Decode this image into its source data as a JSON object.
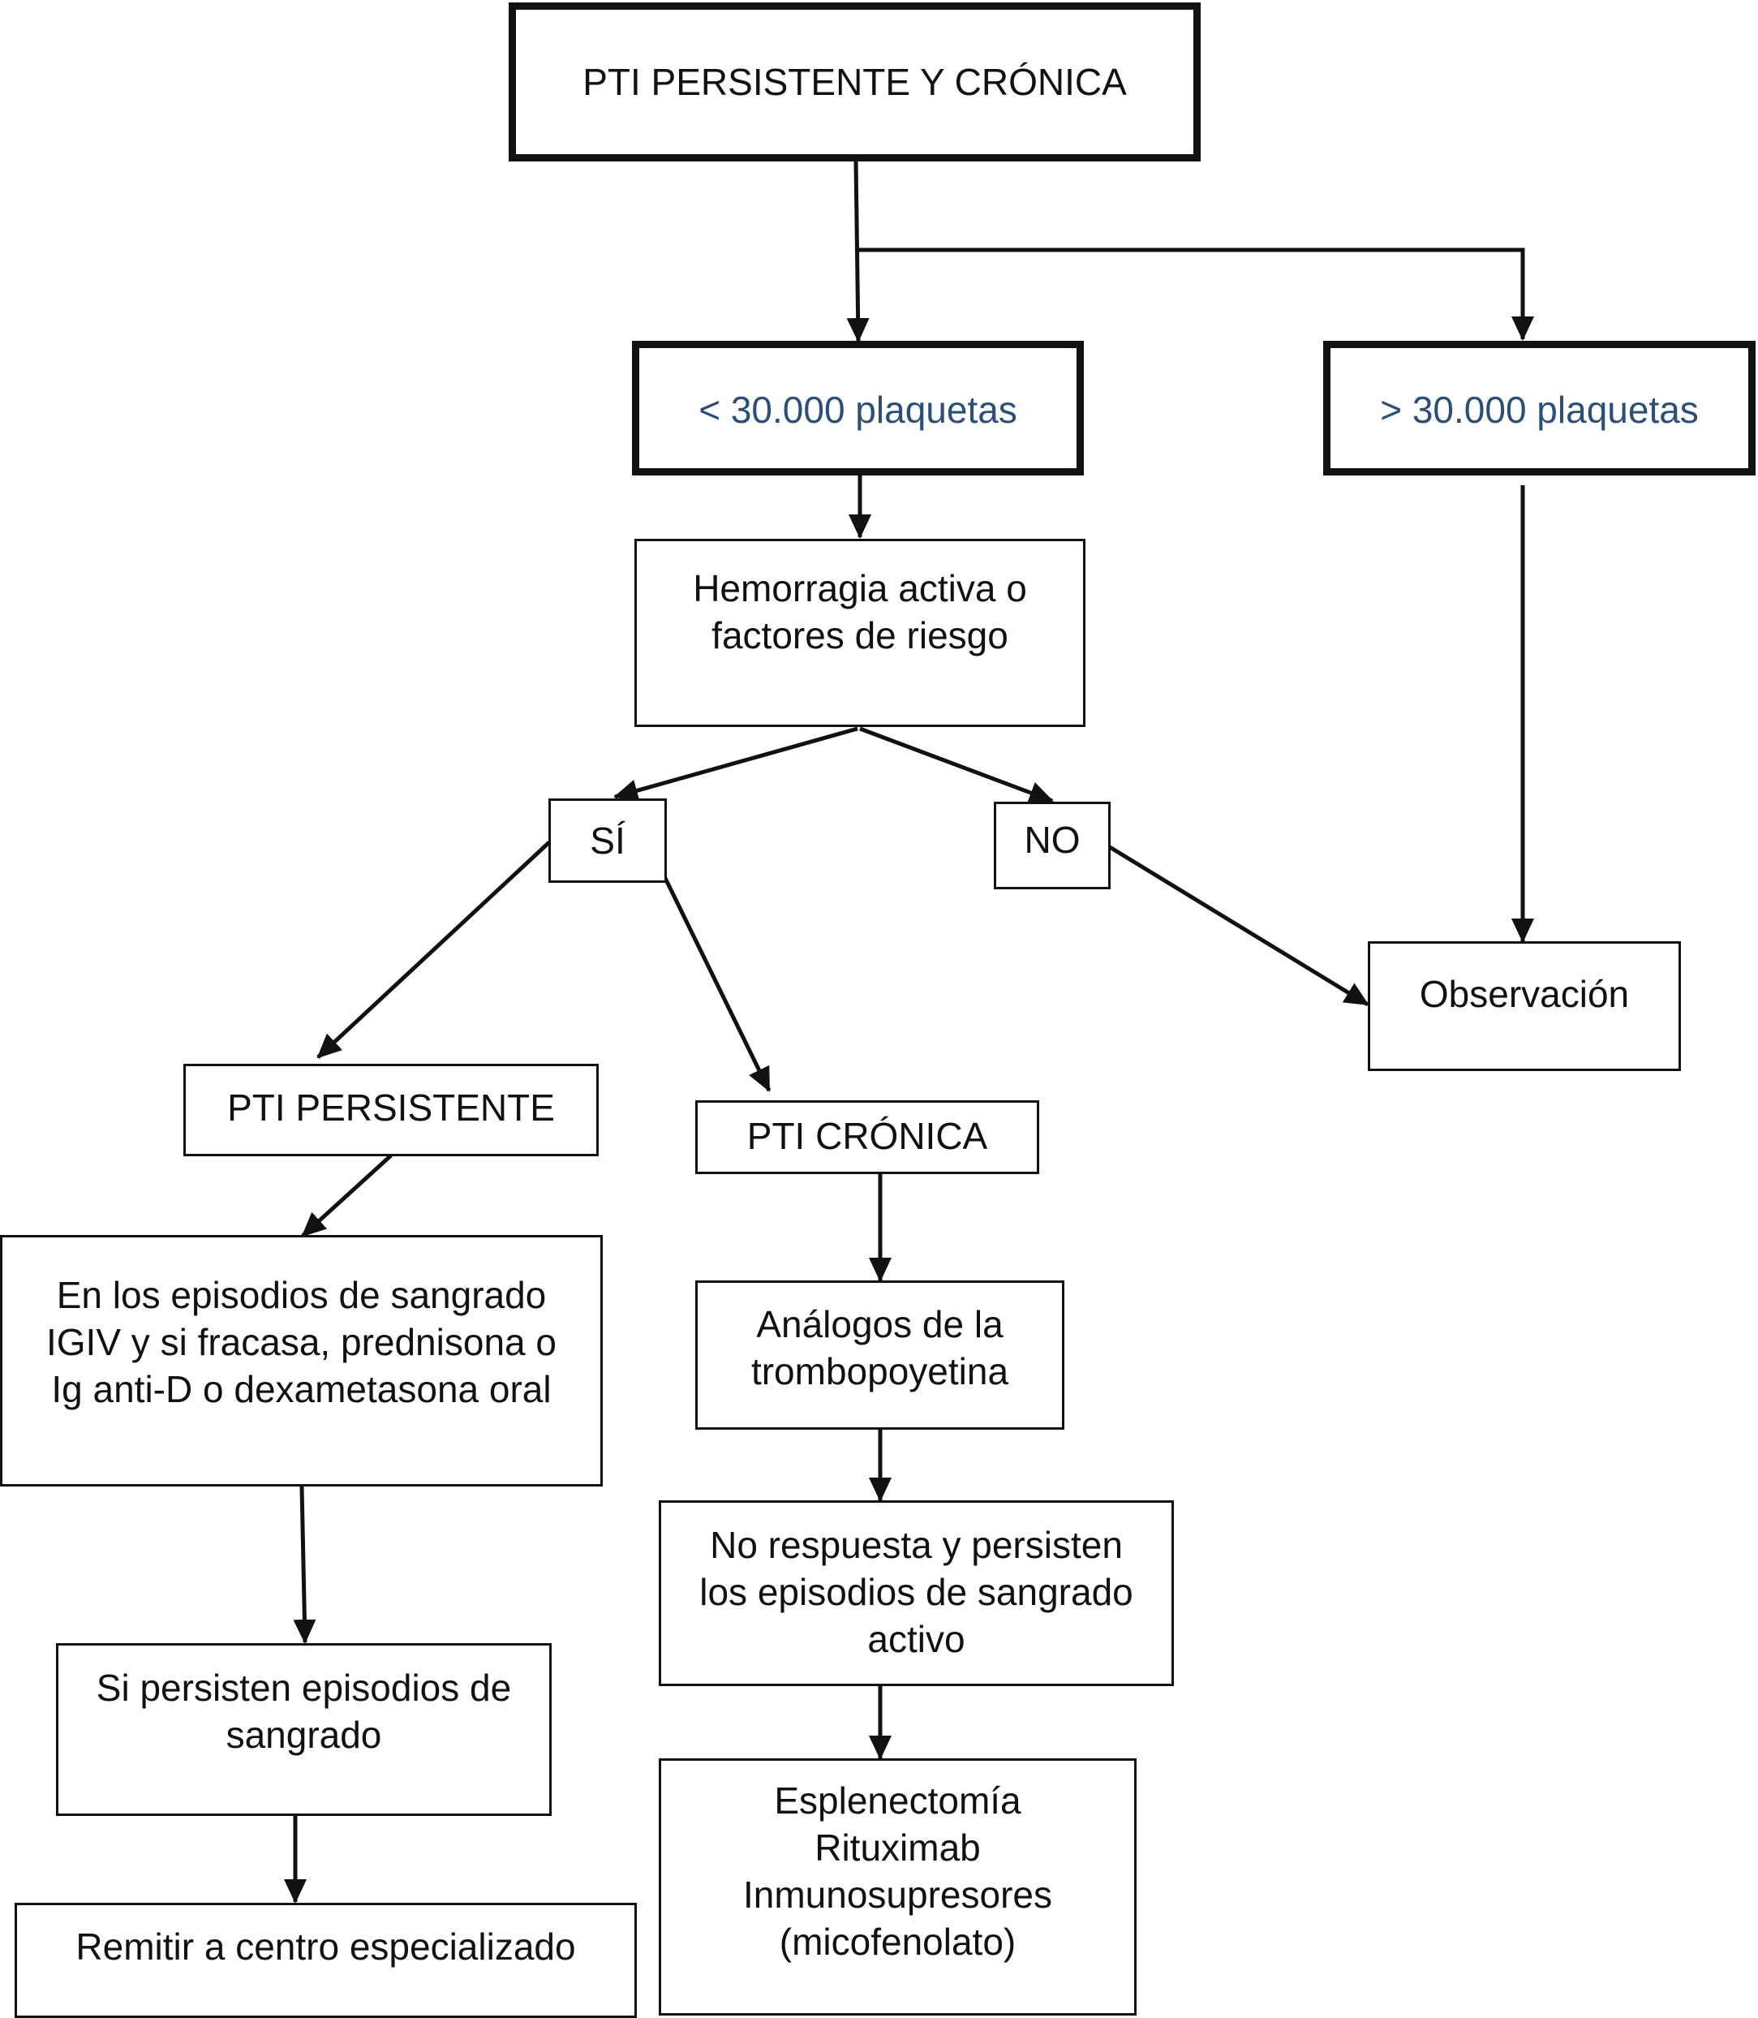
{
  "nodes": {
    "root": "PTI PERSISTENTE Y CRÓNICA",
    "low_platelets": "< 30.000 plaquetas",
    "high_platelets": "> 30.000 plaquetas",
    "bleeding_check": "Hemorragia activa o\nfactores de riesgo",
    "yes": "SÍ",
    "no": "NO",
    "observation": "Observación",
    "persistent": "PTI PERSISTENTE",
    "chronic": "PTI CRÓNICA",
    "persistent_treatment": "En los episodios de sangrado\nIGIV y si fracasa, prednisona o\nIg anti-D o dexametasona oral",
    "tpo_analogs": "Análogos de la\ntrombopoyetina",
    "persistent_bleeding": "Si persisten episodios de\nsangrado",
    "no_response": "No respuesta y persisten\nlos episodios de sangrado\nactivo",
    "refer": "Remitir a centro especializado",
    "second_line": "Esplenectomía\nRituximab\nInmunosupresores\n(micofenolato)"
  },
  "colors": {
    "line": "#111111",
    "highlight_text": "#2c4f77"
  }
}
